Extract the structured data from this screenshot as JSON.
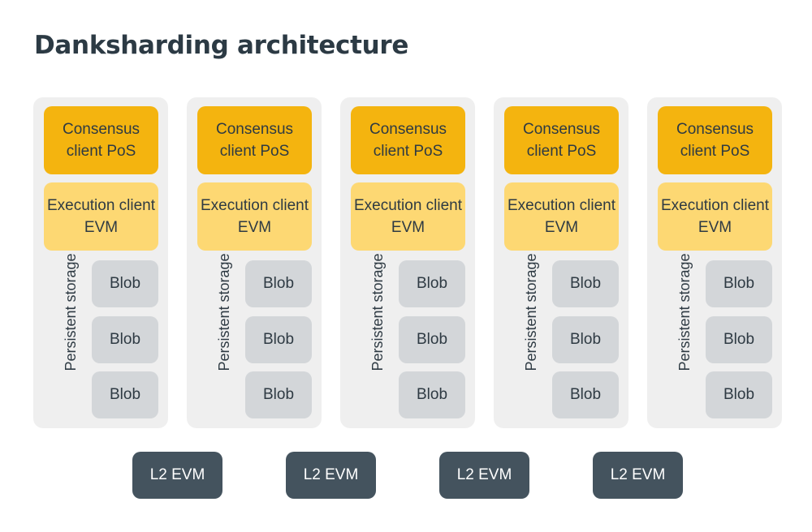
{
  "title": "Danksharding architecture",
  "nodes": [
    {
      "consensus": "Consensus client PoS",
      "execution": "Execution client EVM",
      "storage_label": "Persistent storage",
      "blobs": [
        "Blob",
        "Blob",
        "Blob"
      ]
    },
    {
      "consensus": "Consensus client PoS",
      "execution": "Execution client EVM",
      "storage_label": "Persistent storage",
      "blobs": [
        "Blob",
        "Blob",
        "Blob"
      ]
    },
    {
      "consensus": "Consensus client PoS",
      "execution": "Execution client EVM",
      "storage_label": "Persistent storage",
      "blobs": [
        "Blob",
        "Blob",
        "Blob"
      ]
    },
    {
      "consensus": "Consensus client PoS",
      "execution": "Execution client EVM",
      "storage_label": "Persistent storage",
      "blobs": [
        "Blob",
        "Blob",
        "Blob"
      ]
    },
    {
      "consensus": "Consensus client PoS",
      "execution": "Execution client EVM",
      "storage_label": "Persistent storage",
      "blobs": [
        "Blob",
        "Blob",
        "Blob"
      ]
    }
  ],
  "l2": [
    "L2 EVM",
    "L2 EVM",
    "L2 EVM",
    "L2 EVM"
  ],
  "colors": {
    "consensus": "#f4b40f",
    "execution": "#fdd873",
    "blob": "#d3d6d9",
    "node_bg": "#efefef",
    "l2": "#44535e",
    "title": "#2c3a44"
  }
}
